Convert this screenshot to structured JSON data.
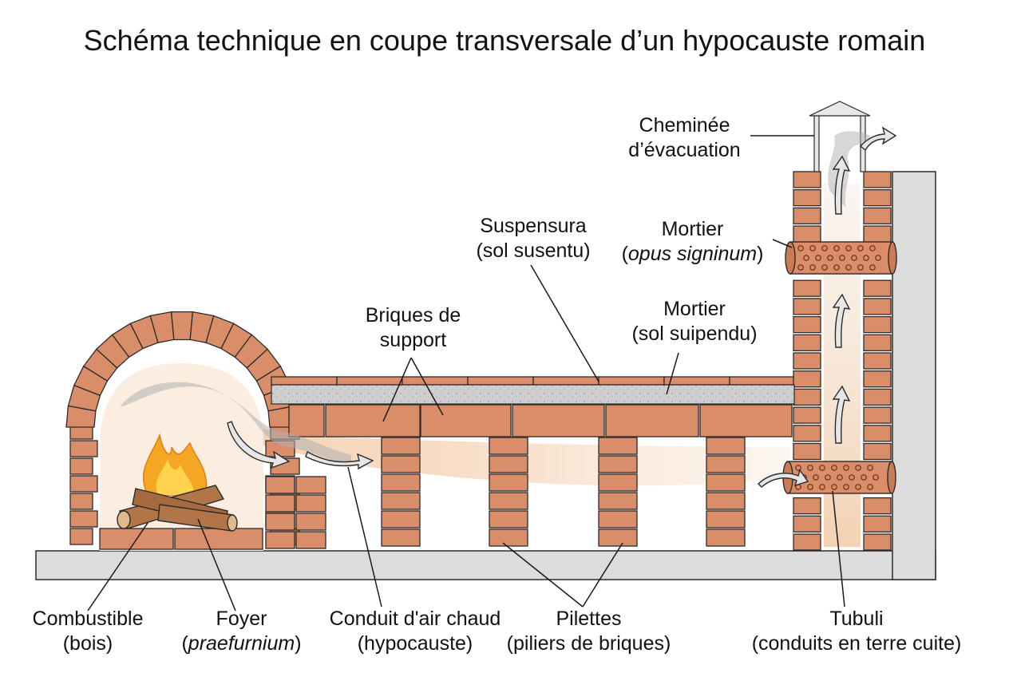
{
  "title": "Schéma technique en coupe transversale d’un hypocauste romain",
  "colors": {
    "brick": "#d98e69",
    "brick_dark": "#c97c56",
    "mortar_line": "#2b2b2b",
    "ground": "#dcdcdc",
    "concrete": "#d4d4d4",
    "hot_air": "#f6d2b0",
    "smoke": "#a9a9a9",
    "tubuli_dot": "#7a3a1c"
  },
  "labels": {
    "cheminee": {
      "line1": "Cheminée",
      "line2": "d’évacuation"
    },
    "suspensura": {
      "line1": "Suspensura",
      "line2": "(sol susentu)"
    },
    "mortier_top": {
      "line1": "Mortier",
      "line2_open": "(",
      "line2_italic": "opus signinum",
      "line2_close": ")"
    },
    "briques": {
      "line1": "Briques de",
      "line2": "support"
    },
    "mortier_mid": {
      "line1": "Mortier",
      "line2": "(sol suipendu)"
    },
    "combustible": {
      "line1": "Combustible",
      "line2": "(bois)"
    },
    "foyer": {
      "line1": "Foyer",
      "line2_open": "(",
      "line2_italic": "praefurnium",
      "line2_close": ")"
    },
    "conduit": {
      "line1": "Conduit d'air chaud",
      "line2": "(hypocauste)"
    },
    "pilettes": {
      "line1": "Pilettes",
      "line2": "(piliers de briques)"
    },
    "tubuli": {
      "line1": "Tubuli",
      "line2": "(conduits en terre cuite)"
    }
  },
  "icons": [
    "fire-icon",
    "firewood-icon",
    "smoke-arrow-icon",
    "chimney-cap-icon"
  ]
}
